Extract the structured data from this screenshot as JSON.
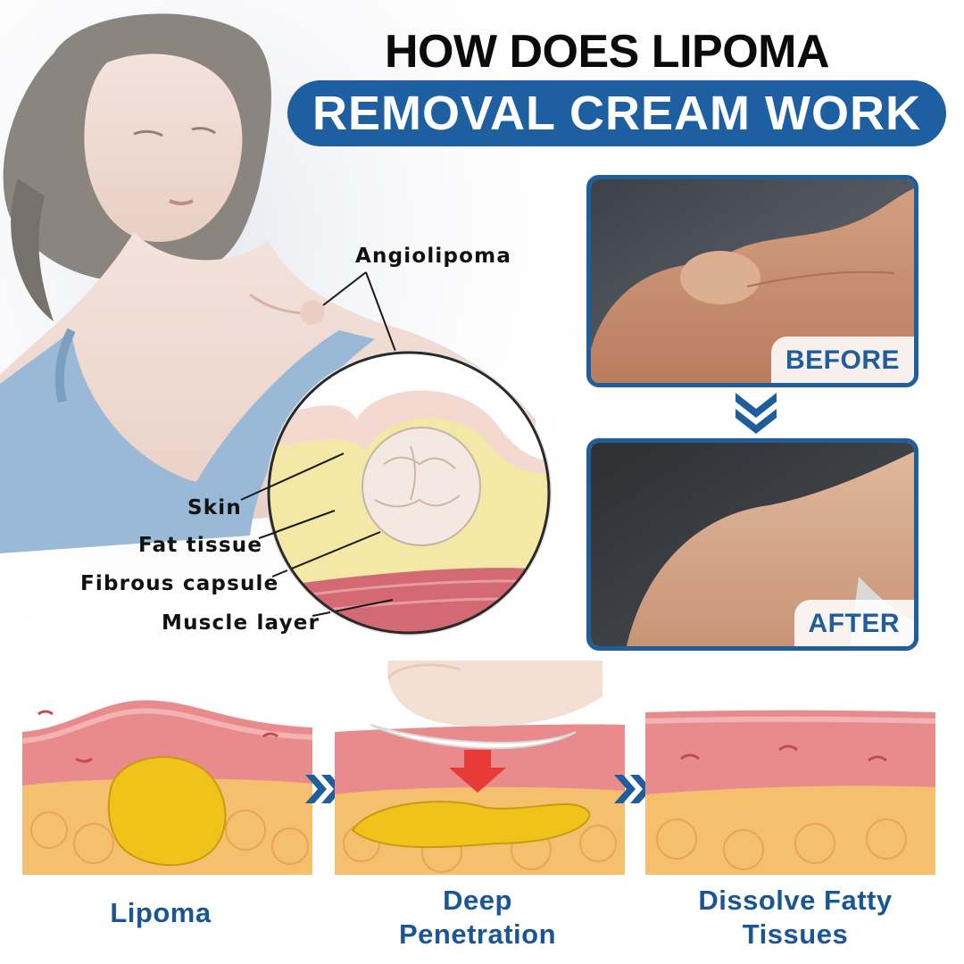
{
  "header": {
    "line1": "HOW DOES LIPOMA",
    "line2": "REMOVAL CREAM WORK"
  },
  "diagram_labels": {
    "angiolipoma": "Angiolipoma",
    "skin": "Skin",
    "fat_tissue": "Fat tissue",
    "fibrous_capsule": "Fibrous capsule",
    "muscle_layer": "Muscle layer"
  },
  "comparison": {
    "before_label": "BEFORE",
    "after_label": "AFTER"
  },
  "steps": [
    {
      "label_line1": "Lipoma",
      "label_line2": ""
    },
    {
      "label_line1": "Deep",
      "label_line2": "Penetration"
    },
    {
      "label_line1": "Dissolve Fatty",
      "label_line2": "Tissues"
    }
  ],
  "colors": {
    "brand_blue": "#1d5fa0",
    "skin_pink": "#e9888a",
    "fat_yellow": "#f3c769",
    "lipoma_yellow": "#f0c21d"
  },
  "icons": [
    "double-chevron-down-icon",
    "double-chevron-right-icon"
  ]
}
